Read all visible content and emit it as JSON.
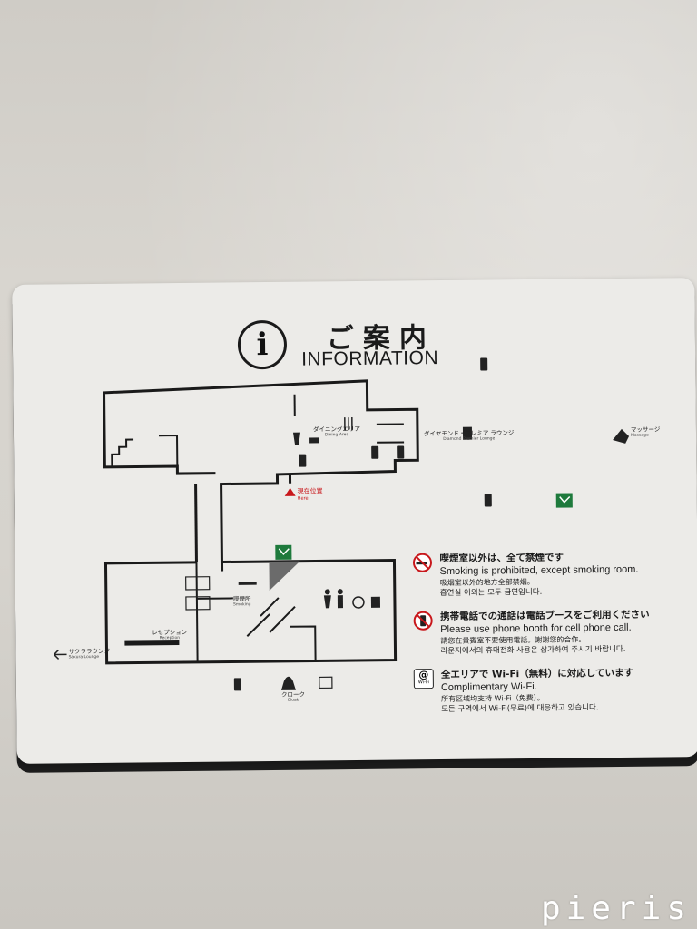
{
  "header": {
    "info_symbol": "i",
    "title_ja": "ご案内",
    "title_en": "INFORMATION"
  },
  "map": {
    "dining": {
      "ja": "ダイニングエリア",
      "en": "Dining Area"
    },
    "diamond_lounge": {
      "ja": "ダイヤモンド・プレミア ラウンジ",
      "en": "Diamond Premier Lounge"
    },
    "massage": {
      "ja": "マッサージ",
      "en": "Massage"
    },
    "here": {
      "ja": "現在位置",
      "en": "Here"
    },
    "smoking": {
      "ja": "喫煙所",
      "en": "Smoking"
    },
    "reception": {
      "ja": "レセプション",
      "en": "Reception"
    },
    "sakura": {
      "ja": "サクララウンジ",
      "en": "Sakura Lounge"
    },
    "cloak": {
      "ja": "クローク",
      "en": "Cloak"
    }
  },
  "notices": [
    {
      "icon": "no-smoking-icon",
      "ja": "喫煙室以外は、全て禁煙です",
      "en": "Smoking is prohibited, except smoking room.",
      "zh": "吸烟室以外的地方全部禁烟。",
      "ko": "흡연실 이외는 모두 금연입니다."
    },
    {
      "icon": "no-phone-icon",
      "ja": "携帯電話での通話は電話ブースをご利用ください",
      "en": "Please use phone booth for cell phone call.",
      "zh": "請您在貴賓室不要使用電話。謝謝您的合作。",
      "ko": "라운지에서의 휴대전화 사용은 삼가하여 주시기 바랍니다."
    },
    {
      "icon": "wifi-icon",
      "icon_label": "Wi-Fi",
      "ja": "全エリアで Wi-Fi（無料）に対応しています",
      "en": "Complimentary Wi-Fi.",
      "zh": "所有区域均支持 Wi-Fi（免费）。",
      "ko": "모든 구역에서 Wi-Fi(무료)에 대응하고 있습니다."
    }
  ],
  "watermark": "pieris",
  "colors": {
    "sign_bg": "#ecebe8",
    "ink": "#1a1a1a",
    "here_red": "#c8171b",
    "exit_green": "#1e7a3c",
    "no_red": "#c8171b"
  }
}
